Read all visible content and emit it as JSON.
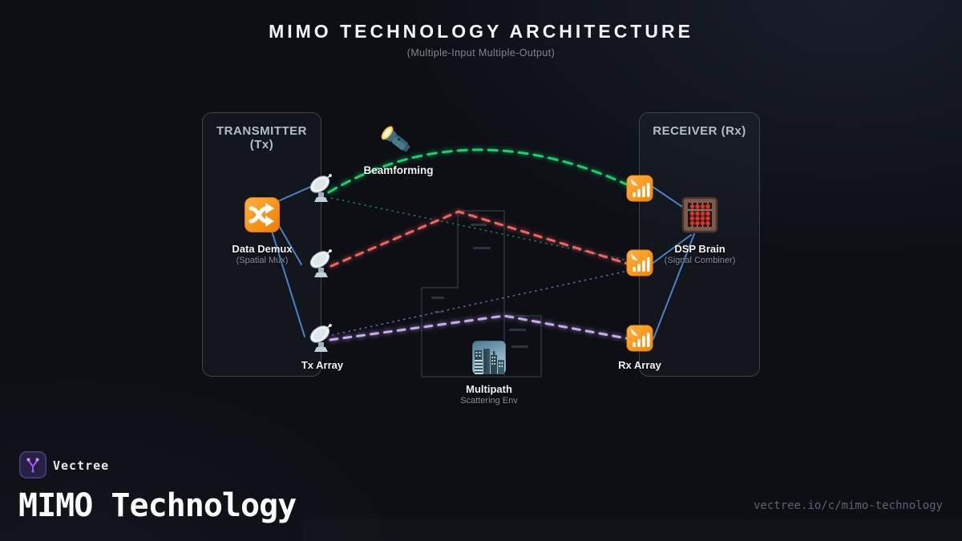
{
  "header": {
    "title": "MIMO TECHNOLOGY ARCHITECTURE",
    "subtitle": "(Multiple-Input Multiple-Output)"
  },
  "transmitter": {
    "title": "TRANSMITTER (Tx)",
    "node_label": "Data Demux",
    "node_sublabel": "(Spatial Mux)",
    "node_icon": "shuffle-icon",
    "array_label": "Tx Array",
    "antenna_icon": "satellite-dish-icon",
    "antenna_count": 3
  },
  "receiver": {
    "title": "RECEIVER (Rx)",
    "node_label": "DSP Brain",
    "node_sublabel": "(Signal Combiner)",
    "node_icon": "abacus-icon",
    "array_label": "Rx Array",
    "antenna_icon": "signal-bars-icon",
    "antenna_count": 3
  },
  "annotations": {
    "beamforming_label": "Beamforming",
    "beamforming_icon": "flashlight-icon",
    "multipath_label": "Multipath",
    "multipath_sublabel": "Scattering Env",
    "multipath_icon": "cityscape-icon"
  },
  "links": [
    {
      "name": "beamforming-arc",
      "from": "tx-antenna-1",
      "to": "rx-antenna-1",
      "style": "dashed-curve",
      "color_key": "beam_green"
    },
    {
      "name": "scatter-path-green",
      "from": "tx-antenna-1",
      "to": "rx-antenna-2",
      "style": "dotted",
      "color_key": "scatter_green"
    },
    {
      "name": "multipath-red",
      "from": "tx-antenna-2",
      "to": "rx-antenna-2",
      "style": "dashed-bounce",
      "color_key": "path_red"
    },
    {
      "name": "scatter-path-purple",
      "from": "tx-antenna-3",
      "to": "rx-antenna-2",
      "style": "dotted",
      "color_key": "scatter_purple"
    },
    {
      "name": "multipath-purple",
      "from": "tx-antenna-3",
      "to": "rx-antenna-3",
      "style": "dashed-bounce",
      "color_key": "path_purple"
    }
  ],
  "colors": {
    "beam_green": "#15d36b",
    "scatter_green": "#1f9058",
    "path_red": "#f2625e",
    "scatter_purple": "#7b6ab5",
    "path_purple": "#caa9f2",
    "connector_blue": "#4c8ddd",
    "building_stroke": "#2a333f",
    "building_window": "#2b343f",
    "accent_orange": "#f59e0b"
  },
  "footer": {
    "brand": "Vectree",
    "brand_icon": "vectree-logo",
    "title": "MIMO Technology",
    "url": "vectree.io/c/mimo-technology"
  }
}
